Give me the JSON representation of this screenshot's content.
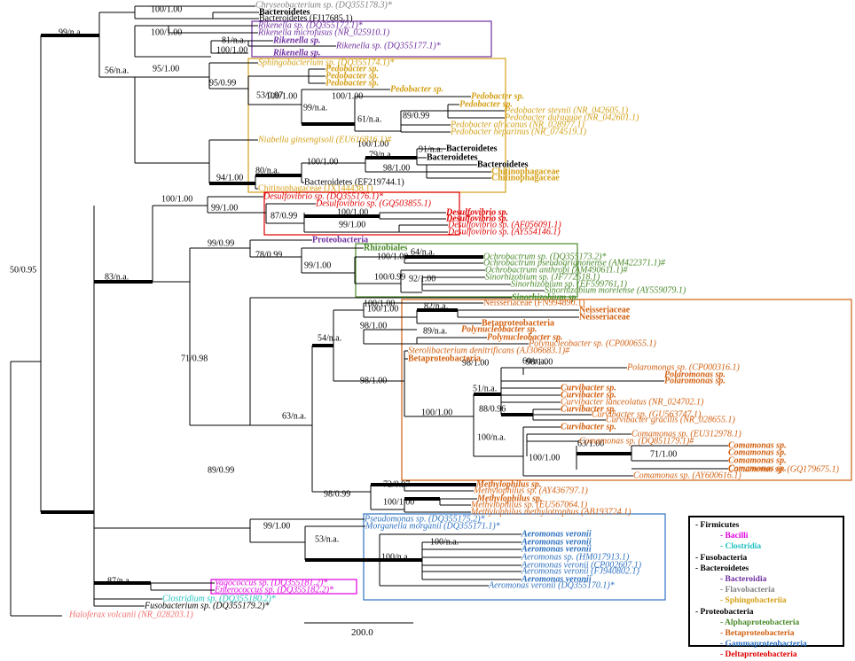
{
  "colors": {
    "black": "#000000",
    "grey": "#808080",
    "bacteroidia": "#7030a0",
    "sphingo": "#d4a017",
    "delta": "#e00000",
    "alpha": "#4a8a2a",
    "beta": "#d26010",
    "gamma": "#2f72c0",
    "bacilli": "#e000e0",
    "clostridia": "#20c0c0",
    "fuso": "#000000",
    "archaea": "#f07070"
  },
  "taxa": [
    {
      "text": "Chryseobacterium sp. (DQ355178.3)*",
      "color": "grey",
      "italic": true
    },
    {
      "text": "Bacteroidetes",
      "color": "black",
      "bold": true
    },
    {
      "text": "Bacteroidetes (FJ17685.1)",
      "color": "black"
    },
    {
      "text": "Rikenella sp. (DQ355172.1)*",
      "color": "bacteroidia",
      "italic": true
    },
    {
      "text": "Rikenella microfusus (NR_025910.1)",
      "color": "bacteroidia",
      "italic": true
    },
    {
      "text": "Rikenella sp.",
      "color": "bacteroidia",
      "italic": true,
      "bold": true
    },
    {
      "text": "Rikenella sp. (DQ355177.1)*",
      "color": "bacteroidia",
      "italic": true
    },
    {
      "text": "Rikenella sp.",
      "color": "bacteroidia",
      "italic": true,
      "bold": true
    },
    {
      "text": "Sphingobacterium sp. (DQ355174.1)*",
      "color": "sphingo",
      "italic": true
    },
    {
      "text": "Pedobacter sp.",
      "color": "sphingo",
      "italic": true,
      "bold": true
    },
    {
      "text": "Pedobacter sp.",
      "color": "sphingo",
      "italic": true,
      "bold": true
    },
    {
      "text": "Pedobacter sp.",
      "color": "sphingo",
      "italic": true,
      "bold": true
    },
    {
      "text": "Pedobacter sp.",
      "color": "sphingo",
      "italic": true,
      "bold": true
    },
    {
      "text": "Pedobacter sp.",
      "color": "sphingo",
      "italic": true,
      "bold": true
    },
    {
      "text": "Pedobacter sp.",
      "color": "sphingo",
      "italic": true,
      "bold": true
    },
    {
      "text": "Pedobacter steynii (NR_042605.1)",
      "color": "sphingo",
      "italic": true
    },
    {
      "text": "Pedobacter duraquae (NR_042601.1)",
      "color": "sphingo",
      "italic": true
    },
    {
      "text": "Pedobacter africanus (NR_028977.1)",
      "color": "sphingo",
      "italic": true
    },
    {
      "text": "Pedobacter heparinus (NR_074519.1)",
      "color": "sphingo",
      "italic": true
    },
    {
      "text": "Niabella ginsengisoli (EU616816.1)#",
      "color": "sphingo",
      "italic": true
    },
    {
      "text": "Bacteroidetes",
      "color": "black",
      "bold": true
    },
    {
      "text": "Bacteroidetes",
      "color": "black",
      "bold": true
    },
    {
      "text": "Bacteroidetes",
      "color": "black",
      "bold": true
    },
    {
      "text": "Chitinophagaceae",
      "color": "sphingo",
      "bold": true
    },
    {
      "text": "Chitinophagaceae",
      "color": "sphingo",
      "bold": true
    },
    {
      "text": "Bacteroidetes (EF219744.1)",
      "color": "black"
    },
    {
      "text": "Chitinophagaceae (JX144438.1)",
      "color": "sphingo"
    },
    {
      "text": "Desulfovibrio sp. (DQ355176.1)*",
      "color": "delta",
      "italic": true
    },
    {
      "text": "Desulfovibrio sp. (GQ503855.1)",
      "color": "delta",
      "italic": true
    },
    {
      "text": "Desulfovibrio sp.",
      "color": "delta",
      "italic": true,
      "bold": true
    },
    {
      "text": "Desulfovibrio sp.",
      "color": "delta",
      "italic": true,
      "bold": true
    },
    {
      "text": "Desulfovibrio sp. (AF056091.1)",
      "color": "delta",
      "italic": true
    },
    {
      "text": "Desulfovibrio sp. (AY554146.1)",
      "color": "delta",
      "italic": true
    },
    {
      "text": "Proteobacteria",
      "color": "bacteroidia",
      "bold": true
    },
    {
      "text": "Rhizobiales",
      "color": "alpha",
      "bold": true
    },
    {
      "text": "Ochrobactrum sp. (DQ355173.2)*",
      "color": "alpha",
      "italic": true
    },
    {
      "text": "Ochrobactrum pseudogrignonense (AM422371.1)#",
      "color": "alpha",
      "italic": true
    },
    {
      "text": "Ochrobactrum anthropi (AM490611.1)#",
      "color": "alpha",
      "italic": true
    },
    {
      "text": "Sinorhizobium sp. (JF772518.1)",
      "color": "alpha",
      "italic": true
    },
    {
      "text": "Sinorhizobium sp. (EF599761.1)",
      "color": "alpha",
      "italic": true
    },
    {
      "text": "Sinorhizobium morelense (AY559079.1)",
      "color": "alpha",
      "italic": true
    },
    {
      "text": "Sinorhizobium sp.",
      "color": "alpha",
      "italic": true,
      "bold": true
    },
    {
      "text": "Neisseriaceae (FN994890.1)",
      "color": "beta"
    },
    {
      "text": "Neisseriaceae",
      "color": "beta",
      "bold": true
    },
    {
      "text": "Neisseriaceae",
      "color": "beta",
      "bold": true
    },
    {
      "text": "Betaproteobacteria",
      "color": "beta",
      "bold": true
    },
    {
      "text": "Polynucleobacter sp.",
      "color": "beta",
      "italic": true,
      "bold": true
    },
    {
      "text": "Polynucleobacter sp.",
      "color": "beta",
      "italic": true,
      "bold": true
    },
    {
      "text": "Polynucleobacter sp. (CP000655.1)",
      "color": "beta",
      "italic": true
    },
    {
      "text": "Sterolibacterium denitrificans (AJ306683.1)#",
      "color": "beta",
      "italic": true
    },
    {
      "text": "Betaproteobacteria",
      "color": "beta",
      "bold": true
    },
    {
      "text": "Polaromonas sp. (CP000316.1)",
      "color": "beta",
      "italic": true
    },
    {
      "text": "Polaromonas sp.",
      "color": "beta",
      "italic": true,
      "bold": true
    },
    {
      "text": "Polaromonas sp.",
      "color": "beta",
      "italic": true,
      "bold": true
    },
    {
      "text": "Curvibacter sp.",
      "color": "beta",
      "italic": true,
      "bold": true
    },
    {
      "text": "Curvibacter sp.",
      "color": "beta",
      "italic": true,
      "bold": true
    },
    {
      "text": "Curvibacter lanceolatus (NR_024702.1)",
      "color": "beta",
      "italic": true
    },
    {
      "text": "Curvibacter sp.",
      "color": "beta",
      "italic": true,
      "bold": true
    },
    {
      "text": "Curvibacter sp. (GU563747.1)",
      "color": "beta",
      "italic": true
    },
    {
      "text": "Curvibacter gracilis (NR_028655.1)",
      "color": "beta",
      "italic": true
    },
    {
      "text": "Curvibacter sp.",
      "color": "beta",
      "italic": true,
      "bold": true
    },
    {
      "text": "Comamonas sp. (EU312978.1)",
      "color": "beta",
      "italic": true
    },
    {
      "text": "Comamonas sp. (DQ851179.1)#",
      "color": "beta",
      "italic": true
    },
    {
      "text": "Comamonas sp.",
      "color": "beta",
      "italic": true,
      "bold": true
    },
    {
      "text": "Comamonas sp.",
      "color": "beta",
      "italic": true,
      "bold": true
    },
    {
      "text": "Comamonas sp.",
      "color": "beta",
      "italic": true,
      "bold": true
    },
    {
      "text": "Comamonas sp.",
      "color": "beta",
      "italic": true,
      "bold": true
    },
    {
      "text": "Comamonas sp. (GQ179675.1)",
      "color": "beta",
      "italic": true
    },
    {
      "text": "Comamonas sp. (AY600616.1)",
      "color": "beta",
      "italic": true
    },
    {
      "text": "Methylophilus sp.",
      "color": "beta",
      "italic": true,
      "bold": true
    },
    {
      "text": "Methylophilus sp. (AY436797.1)",
      "color": "beta",
      "italic": true
    },
    {
      "text": "Methylophilus sp.",
      "color": "beta",
      "italic": true,
      "bold": true
    },
    {
      "text": "Methylophilus sp. (EU567064.1)",
      "color": "beta",
      "italic": true
    },
    {
      "text": "Methylophilus methylotrophus (AB193724.1)",
      "color": "beta",
      "italic": true
    },
    {
      "text": "Pseudomonas sp. (DQ355175.2)*",
      "color": "gamma",
      "italic": true
    },
    {
      "text": "Morganella morganii (DQ355171.1)*",
      "color": "gamma",
      "italic": true
    },
    {
      "text": "Aeromonas veronii",
      "color": "gamma",
      "italic": true,
      "bold": true
    },
    {
      "text": "Aeromonas veronii",
      "color": "gamma",
      "italic": true,
      "bold": true
    },
    {
      "text": "Aeromonas veronii",
      "color": "gamma",
      "italic": true,
      "bold": true
    },
    {
      "text": "Aeromonas sp. (HM017913.1)",
      "color": "gamma",
      "italic": true
    },
    {
      "text": "Aeromonas veronii (CP002607.1)",
      "color": "gamma",
      "italic": true
    },
    {
      "text": "Aeromonas veronii (FJ940802.1)",
      "color": "gamma",
      "italic": true
    },
    {
      "text": "Aeromonas veronii",
      "color": "gamma",
      "italic": true,
      "bold": true
    },
    {
      "text": "Aeromonas veronii (DQ355170.1)*",
      "color": "gamma",
      "italic": true
    },
    {
      "text": "Vagococcus sp. (DQ355181.2)*",
      "color": "bacilli",
      "italic": true
    },
    {
      "text": "Enterococcus sp. (DQ355182.2)*",
      "color": "bacilli",
      "italic": true
    },
    {
      "text": "Clostridium sp. (DQ355180.2)*",
      "color": "clostridia",
      "italic": true
    },
    {
      "text": "Fusobacterium sp. (DQ355179.2)*",
      "color": "fuso",
      "italic": true
    },
    {
      "text": "Haloferax volcanii (NR_028203.1)",
      "color": "archaea",
      "italic": true
    }
  ],
  "support_values": [
    "99/n.a.",
    "100/1.00",
    "100/1.00",
    "81/n.a.",
    "100/1.00",
    "56/n.a.",
    "95/1.00",
    "95/0.99",
    "100/1.00",
    "53/0.97",
    "100/1.00",
    "99/n.a.",
    "61/n.a.",
    "89/0.99",
    "100/1.00",
    "91/n.a.",
    "79/n.a.",
    "100/1.00",
    "98/1.00",
    "80/n.a.",
    "94/1.00",
    "100/1.00",
    "99/1.00",
    "87/0.99",
    "100/1.00",
    "99/1.00",
    "50/0.95",
    "83/n.a.",
    "99/0.99",
    "78/0.99",
    "100/1.00",
    "64/n.a.",
    "99/1.00",
    "100/0.99",
    "92/1.00",
    "100/1.00",
    "82/n.a.",
    "100/1.00",
    "98/1.00",
    "89/n.a.",
    "54/n.a.",
    "71/0.98",
    "98/1.00",
    "98/1.00",
    "98/1.00",
    "60/n.a.",
    "51/n.a.",
    "88/0.96",
    "100/1.00",
    "100/n.a.",
    "63/1.00",
    "71/1.00",
    "100/1.00",
    "63/n.a.",
    "72/0.97",
    "100/1.00",
    "98/0.99",
    "89/0.99",
    "99/1.00",
    "53/n.a.",
    "100/n.a.",
    "100/n.a.",
    "87/n.a."
  ],
  "scale_bar": {
    "label": "200.0"
  },
  "legend": [
    {
      "text": "- Firmicutes",
      "color": "black"
    },
    {
      "text": "- Bacilli",
      "color": "bacilli",
      "indent": true
    },
    {
      "text": "- Clostridia",
      "color": "clostridia",
      "indent": true
    },
    {
      "text": "- Fusobacteria",
      "color": "black"
    },
    {
      "text": "- Bacteroidetes",
      "color": "black"
    },
    {
      "text": "- Bacteroidia",
      "color": "bacteroidia",
      "indent": true
    },
    {
      "text": "- Flavobacteria",
      "color": "grey",
      "indent": true
    },
    {
      "text": "- Sphingobacteriia",
      "color": "sphingo",
      "indent": true
    },
    {
      "text": "- Proteobacteria",
      "color": "black"
    },
    {
      "text": "- Alphaproteobacteria",
      "color": "alpha",
      "indent": true
    },
    {
      "text": "- Betaproteobacteria",
      "color": "beta",
      "indent": true
    },
    {
      "text": "- Gammaproteobacteria",
      "color": "gamma",
      "indent": true
    },
    {
      "text": "- Deltaproteobacteria",
      "color": "delta",
      "indent": true
    }
  ]
}
